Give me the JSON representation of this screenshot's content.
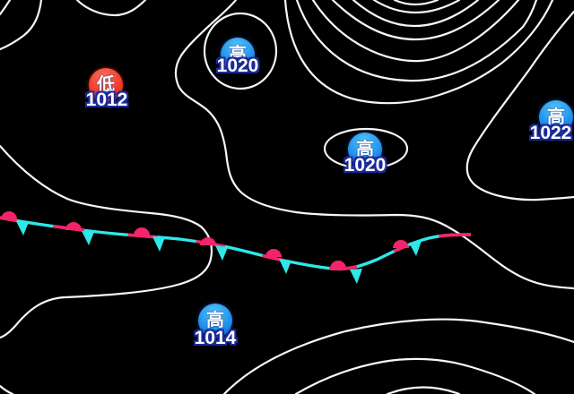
{
  "map": {
    "kind": "surface pressure weather map",
    "background_color": "#000000",
    "isobar_color": "#ffffff"
  },
  "pressure_centers": [
    {
      "id": "low-west",
      "kind": "low",
      "glyph": "低",
      "value": "1012",
      "fill": "#e8301f"
    },
    {
      "id": "high-north",
      "kind": "high",
      "glyph": "高",
      "value": "1020",
      "fill": "#1565d8"
    },
    {
      "id": "high-center",
      "kind": "high",
      "glyph": "高",
      "value": "1020",
      "fill": "#1565d8"
    },
    {
      "id": "high-east",
      "kind": "high",
      "glyph": "高",
      "value": "1022",
      "fill": "#1565d8"
    },
    {
      "id": "high-south",
      "kind": "high",
      "glyph": "高",
      "value": "1014",
      "fill": "#1565d8"
    }
  ],
  "front": {
    "type": "stationary-front",
    "warm_side_color": "#f4246c",
    "cold_side_color": "#2ee8e8"
  },
  "colors": {
    "label_text": "#ffffff",
    "label_outline": "#1b2a97"
  }
}
